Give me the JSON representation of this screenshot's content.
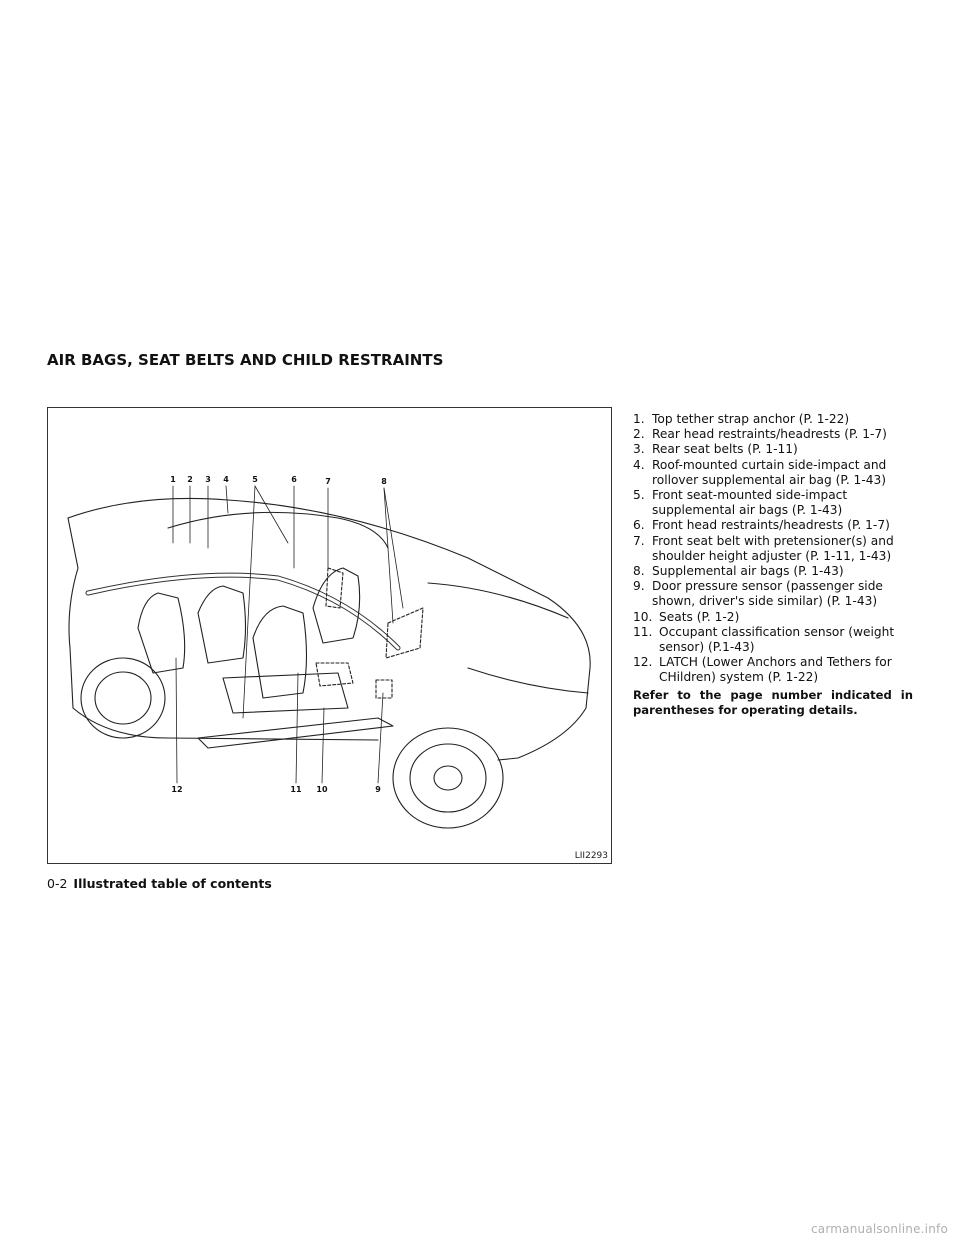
{
  "section": {
    "title": "AIR BAGS, SEAT BELTS AND CHILD RESTRAINTS"
  },
  "figure": {
    "code": "LII2293",
    "callouts": [
      "1",
      "2",
      "3",
      "4",
      "5",
      "6",
      "7",
      "8",
      "9",
      "10",
      "11",
      "12"
    ]
  },
  "legend": {
    "items": [
      {
        "num": "1.",
        "text": "Top tether strap anchor (P. 1-22)"
      },
      {
        "num": "2.",
        "text": "Rear head restraints/headrests (P. 1-7)"
      },
      {
        "num": "3.",
        "text": "Rear seat belts (P. 1-11)"
      },
      {
        "num": "4.",
        "text": "Roof-mounted curtain side-impact and rollover supplemental air bag (P. 1-43)"
      },
      {
        "num": "5.",
        "text": "Front seat-mounted side-impact supplemental air bags (P. 1-43)"
      },
      {
        "num": "6.",
        "text": "Front head restraints/headrests (P. 1-7)"
      },
      {
        "num": "7.",
        "text": "Front seat belt with pretensioner(s) and shoulder height adjuster (P. 1-11, 1-43)"
      },
      {
        "num": "8.",
        "text": "Supplemental air bags (P. 1-43)"
      },
      {
        "num": "9.",
        "text": "Door pressure sensor (passenger side shown, driver's side similar) (P. 1-43)"
      },
      {
        "num": "10.",
        "text": "Seats (P. 1-2)"
      },
      {
        "num": "11.",
        "text": "Occupant classification sensor (weight sensor) (P.1-43)"
      },
      {
        "num": "12.",
        "text": "LATCH (Lower Anchors and Tethers for CHildren) system (P. 1-22)"
      }
    ],
    "note": "Refer to the page number indicated in parentheses for operating details."
  },
  "footer": {
    "page_number": "0-2",
    "title": "Illustrated table of contents"
  },
  "watermark": "carmanualsonline.info"
}
